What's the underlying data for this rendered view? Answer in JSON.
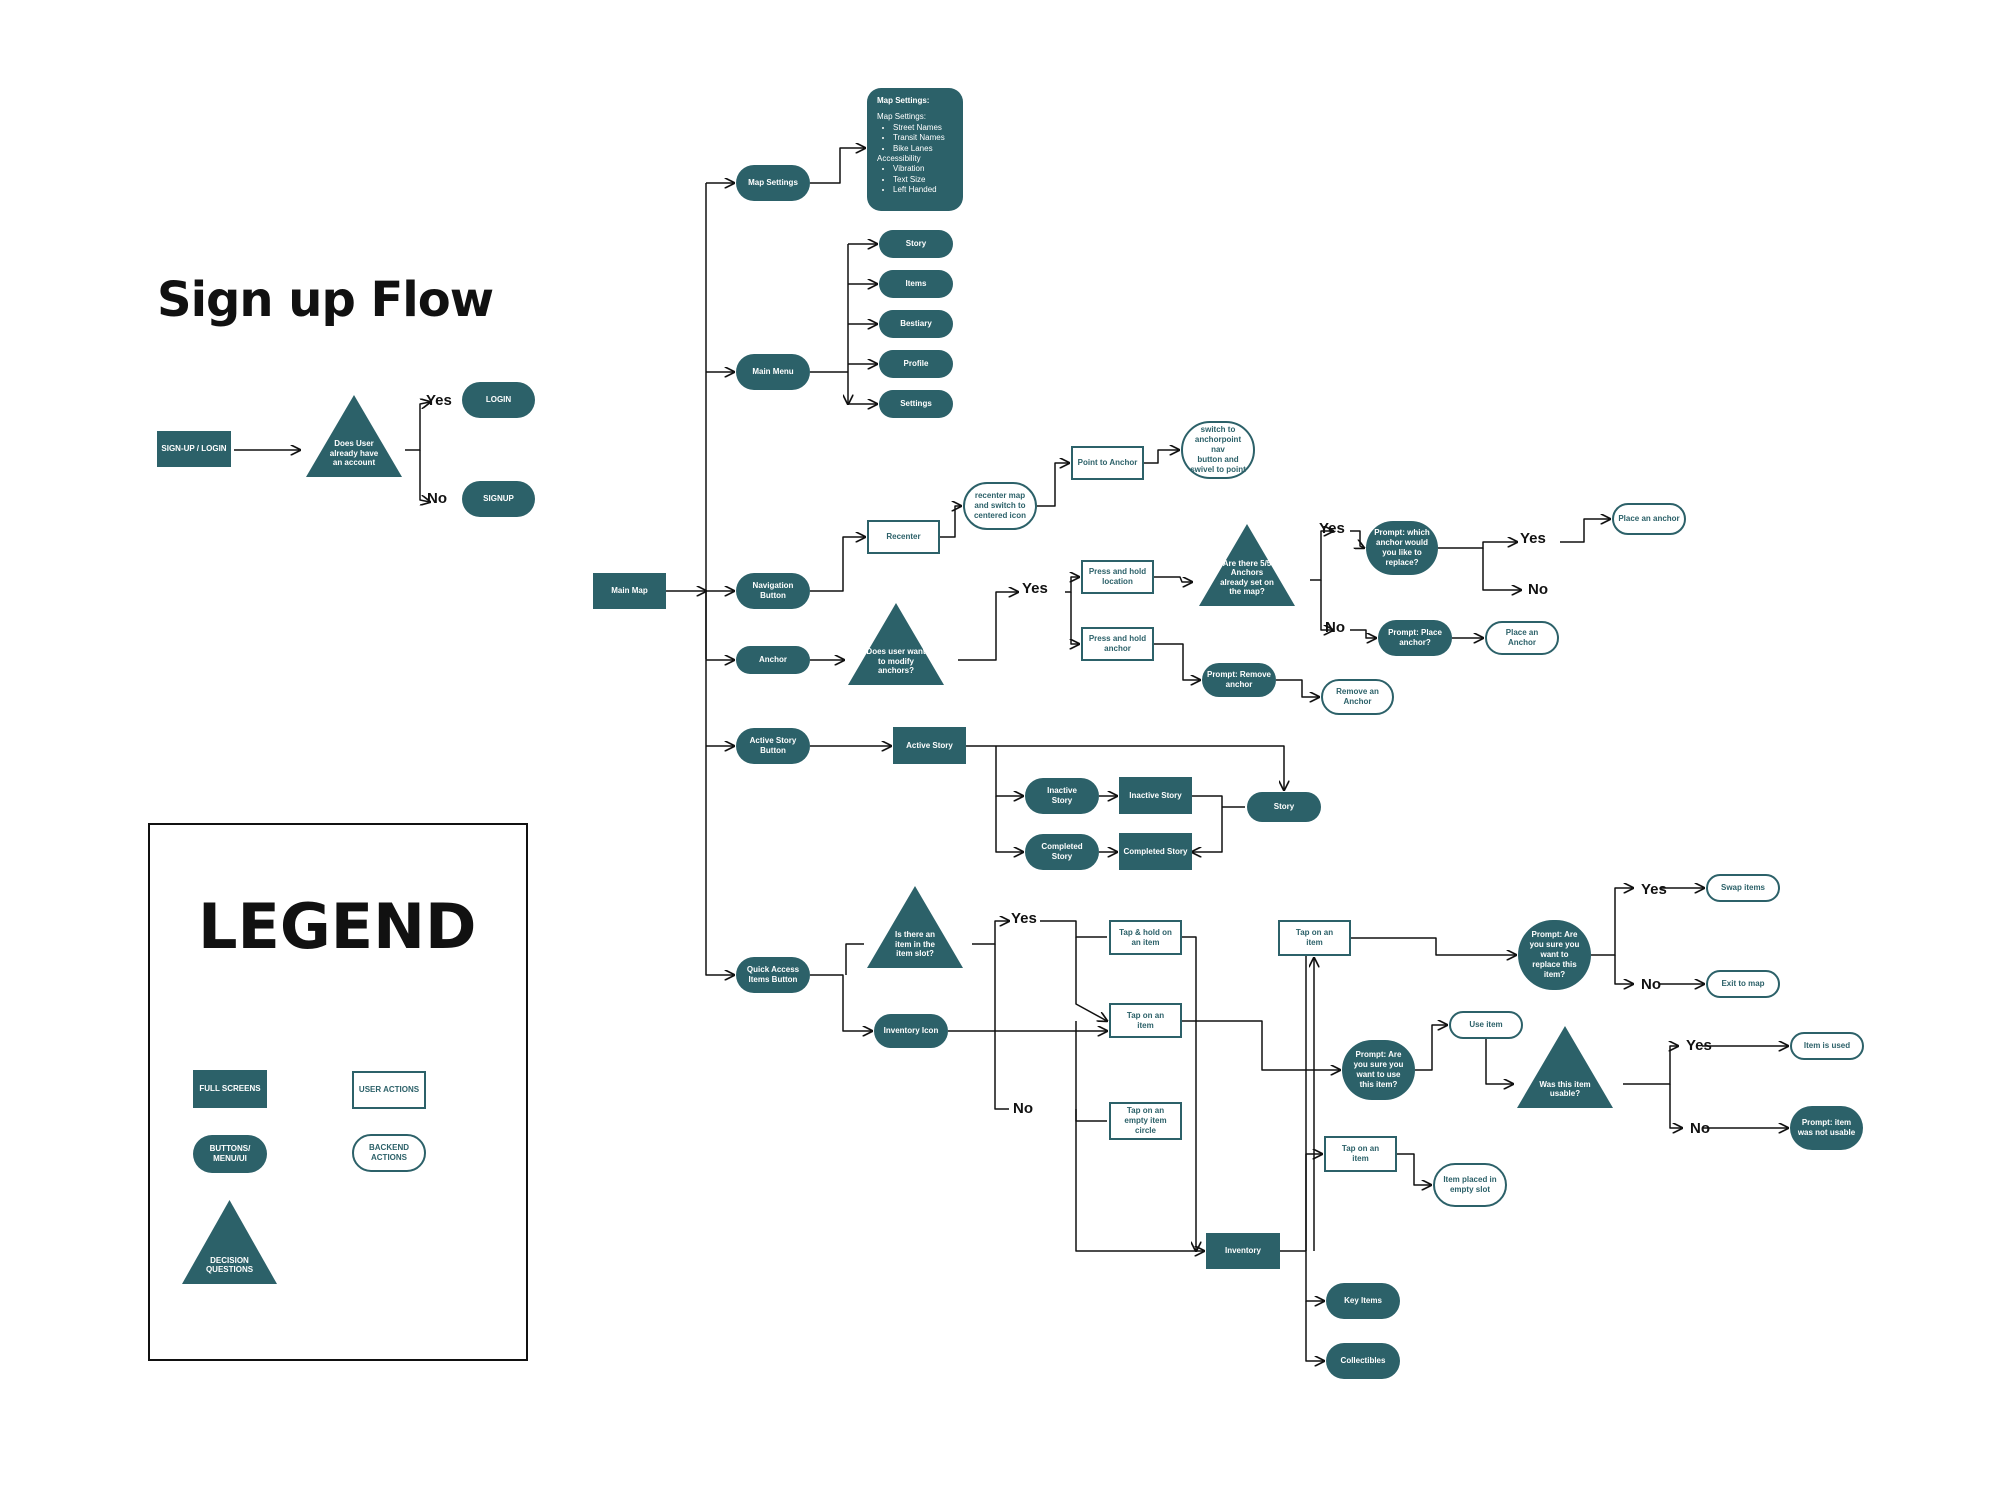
{
  "title": "Sign up Flow",
  "colors": {
    "primary": "#2c6169",
    "text": "#111111",
    "background": "#ffffff"
  },
  "signup": {
    "start": "SIGN-UP / LOGIN",
    "decision": "Does User\nalready have\nan account",
    "yes": "Yes",
    "no": "No",
    "login": "LOGIN",
    "signup": "SIGNUP"
  },
  "legend": {
    "title": "LEGEND",
    "full_screens": "FULL SCREENS",
    "user_actions": "USER ACTIONS",
    "buttons": "BUTTONS/\nMENU/UI",
    "backend": "BACKEND\nACTIONS",
    "decision": "DECISION\nQUESTIONS"
  },
  "main": {
    "main_map": "Main Map",
    "map_settings_button": "Map Settings",
    "map_settings_card": {
      "heading": "Map Settings:",
      "group1": "Map Settings:",
      "group1_items": [
        "Street Names",
        "Transit Names",
        "Bike Lanes"
      ],
      "group2": "Accessibility",
      "group2_items": [
        "Vibration",
        "Text Size",
        "Left Handed"
      ]
    },
    "main_menu": "Main Menu",
    "menu_items": [
      "Story",
      "Items",
      "Bestiary",
      "Profile",
      "Settings"
    ],
    "navigation_button": "Navigation\nButton",
    "recenter": "Recenter",
    "recenter_backend": "recenter map\nand switch to\ncentered icon",
    "point_to_anchor": "Point to Anchor",
    "switch_anchor": "switch to\nanchorpoint nav\nbutton and\nswivel to point",
    "anchor": "Anchor",
    "modify_decision": "Does user want\nto modify\nanchors?",
    "yes": "Yes",
    "no": "No",
    "press_hold_location": "Press and hold\nlocation",
    "anchors_decision": "Are there 5/5\nAnchors\nalready set on\nthe map?",
    "prompt_which_anchor": "Prompt: which\nanchor would\nyou like to\nreplace?",
    "place_an_anchor_1": "Place an anchor",
    "prompt_place_anchor": "Prompt: Place\nanchor?",
    "place_an_anchor_2": "Place an Anchor",
    "press_hold_anchor": "Press and hold\nanchor",
    "prompt_remove_anchor": "Prompt: Remove\nanchor",
    "remove_anchor": "Remove an\nAnchor",
    "active_story_button": "Active Story\nButton",
    "active_story": "Active Story",
    "inactive_story_btn": "Inactive\nStory",
    "inactive_story": "Inactive Story",
    "completed_story_btn": "Completed\nStory",
    "completed_story": "Completed Story",
    "story": "Story",
    "quick_access": "Quick Access\nItems Button",
    "item_slot_decision": "Is there an\nitem in the\nitem slot?",
    "inventory_icon": "Inventory Icon",
    "tap_hold_item": "Tap & hold on\nan item",
    "tap_item_1": "Tap on an\nitem",
    "tap_empty_circle": "Tap on an\nempty item\ncircle",
    "inventory": "Inventory",
    "tap_item_2": "Tap on an\nitem",
    "prompt_replace": "Prompt: Are\nyou sure you\nwant to\nreplace this\nitem?",
    "swap_items": "Swap items",
    "exit_to_map": "Exit to map",
    "prompt_use": "Prompt: Are\nyou sure you\nwant to use\nthis item?",
    "use_item": "Use item",
    "usable_decision": "Was this item\nusable?",
    "item_is_used": "Item is used",
    "item_not_usable": "Prompt: item\nwas not usable",
    "tap_item_3": "Tap on an\nitem",
    "item_placed": "Item placed in\nempty slot",
    "key_items": "Key Items",
    "collectibles": "Collectibles"
  }
}
